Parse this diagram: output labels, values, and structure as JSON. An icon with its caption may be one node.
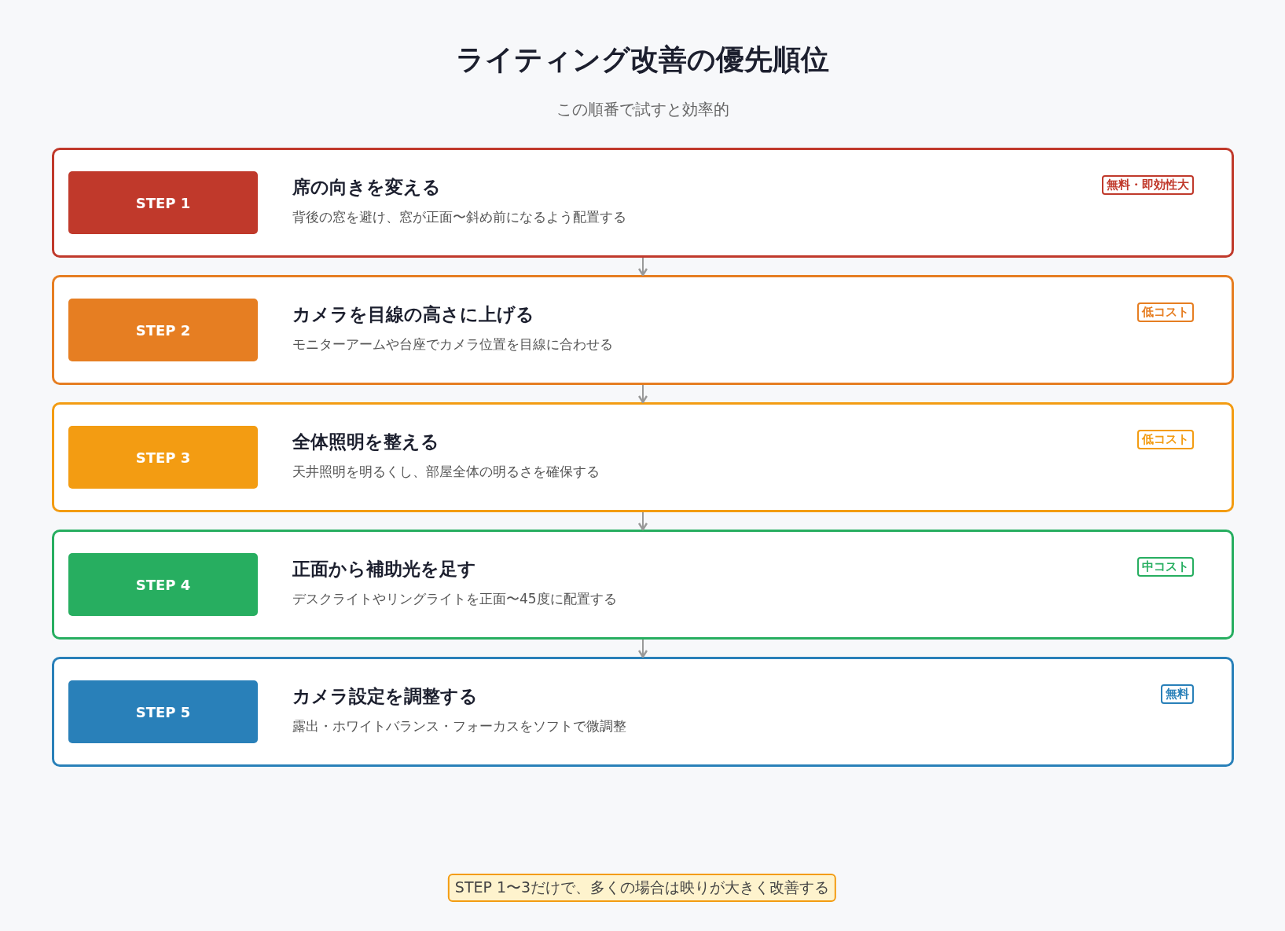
{
  "diagram": {
    "title": "ライティング改善の優先順位",
    "caption": "この順番で試すと効率的",
    "nodes": [
      {
        "text": [
          "席の向きを変える",
          "背後の窓を避け、窓が正面〜斜め前になるよう配置する"
        ]
      },
      {
        "text": [
          "STEP 1"
        ],
        "in": 0
      },
      {
        "text": [
          "無料・即効性大"
        ],
        "in": 0
      },
      {
        "text": [
          "カメラを目線の高さに上げる",
          "モニターアームや台座でカメラ位置を目線に合わせる"
        ]
      },
      {
        "text": [
          "STEP 2"
        ],
        "in": 3
      },
      {
        "text": [
          "低コスト"
        ],
        "in": 3
      },
      {
        "text": [
          "全体照明を整える",
          "天井照明を明るくし、部屋全体の明るさを確保する"
        ]
      },
      {
        "text": [
          "STEP 3"
        ],
        "in": 6
      },
      {
        "text": [
          "低コスト"
        ],
        "in": 6
      },
      {
        "text": [
          "正面から補助光を足す",
          "デスクライトやリングライトを正面〜45度に配置する"
        ]
      },
      {
        "text": [
          "STEP 4"
        ],
        "in": 9
      },
      {
        "text": [
          "中コスト"
        ],
        "in": 9
      },
      {
        "text": [
          "カメラ設定を調整する",
          "露出・ホワイトバランス・フォーカスをソフトで微調整"
        ]
      },
      {
        "text": [
          "STEP 5"
        ],
        "in": 12
      },
      {
        "text": [
          "無料"
        ],
        "in": 12
      },
      {
        "text": [
          "STEP 1〜3だけで、多くの場合は映りが大きく改善する"
        ]
      }
    ],
    "edges": [
      {
        "from": 0,
        "to": 3,
        "arrow": "to"
      },
      {
        "from": 3,
        "to": 6,
        "arrow": "to"
      },
      {
        "from": 6,
        "to": 9,
        "arrow": "to"
      },
      {
        "from": 9,
        "to": 12,
        "arrow": "to"
      }
    ]
  }
}
